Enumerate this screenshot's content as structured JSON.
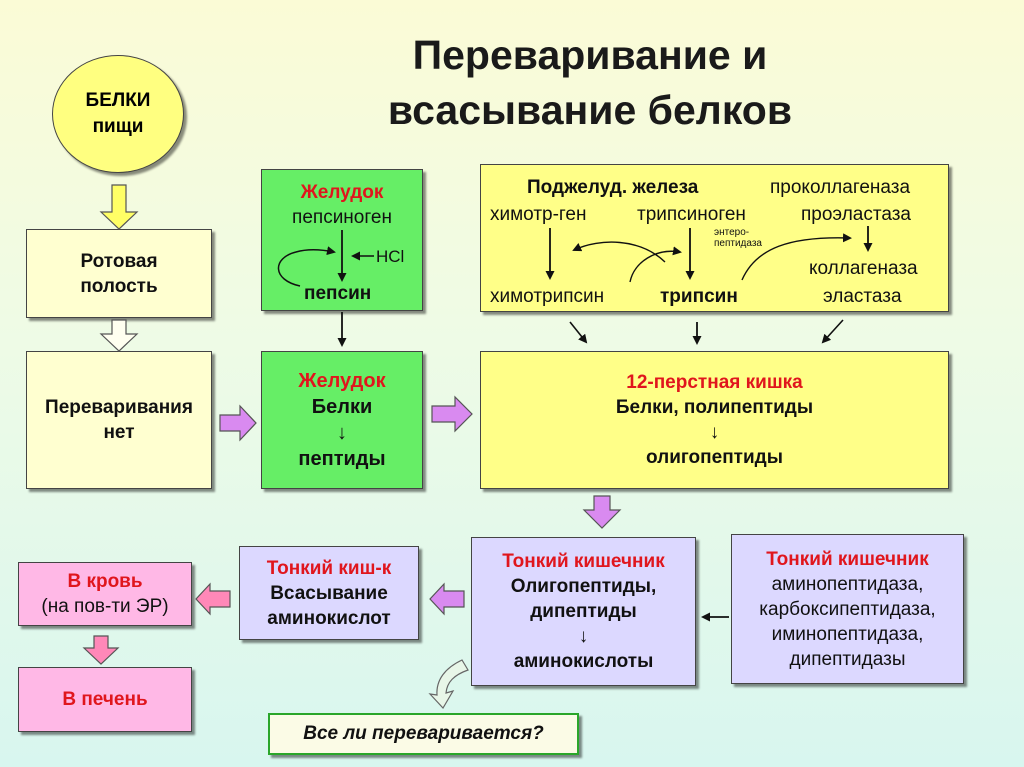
{
  "title": {
    "line1": "Переваривание и",
    "line2": "всасывание белков"
  },
  "food": {
    "line1": "БЕЛКИ",
    "line2": "пищи"
  },
  "oral": {
    "line1": "Ротовая",
    "line2": "полость"
  },
  "no_digestion": {
    "line1": "Переваривания",
    "line2": "нет"
  },
  "stomach_top": {
    "header": "Желудок",
    "line1": "пепсиноген",
    "hcl": "HCl",
    "result": "пепсин"
  },
  "stomach_mid": {
    "header": "Желудок",
    "line1": "Белки",
    "arrow": "↓",
    "line2": "пептиды"
  },
  "pancreas": {
    "header": "Поджелуд. железа",
    "zymogens": [
      "химотр-ген",
      "трипсиноген",
      "проколлагеназа",
      "проэластаза"
    ],
    "entero_line1": "энтеро-",
    "entero_line2": "пептидаза",
    "enzymes": [
      "химотрипсин",
      "трипсин",
      "коллагеназа",
      "эластаза"
    ]
  },
  "duodenum": {
    "header": "12-перстная кишка",
    "line1": "Белки, полипептиды",
    "arrow": "↓",
    "line2": "олигопептиды"
  },
  "small_int_center": {
    "header": "Тонкий кишечник",
    "line1": "Олигопептиды,",
    "line2": "дипептиды",
    "arrow": "↓",
    "line3": "аминокислоты"
  },
  "small_int_right": {
    "header": "Тонкий кишечник",
    "items": [
      "аминопептидаза,",
      "карбоксипептидаза,",
      "иминопептидаза,",
      "дипептидазы"
    ]
  },
  "absorption": {
    "header": "Тонкий киш-к",
    "line1": "Всасывание",
    "line2": "аминокислот"
  },
  "blood": {
    "header": "В кровь",
    "line1": "(на пов-ти ЭР)"
  },
  "liver": {
    "header": "В печень"
  },
  "question": "Все ли переваривается?",
  "colors": {
    "accent_red": "#e0161d",
    "green_box": "#66ee66",
    "yellow_box": "#ffff88",
    "lavender_box": "#dcd8ff",
    "pink_box": "#ffb8e6",
    "arrow_fill": "#d98af0"
  }
}
